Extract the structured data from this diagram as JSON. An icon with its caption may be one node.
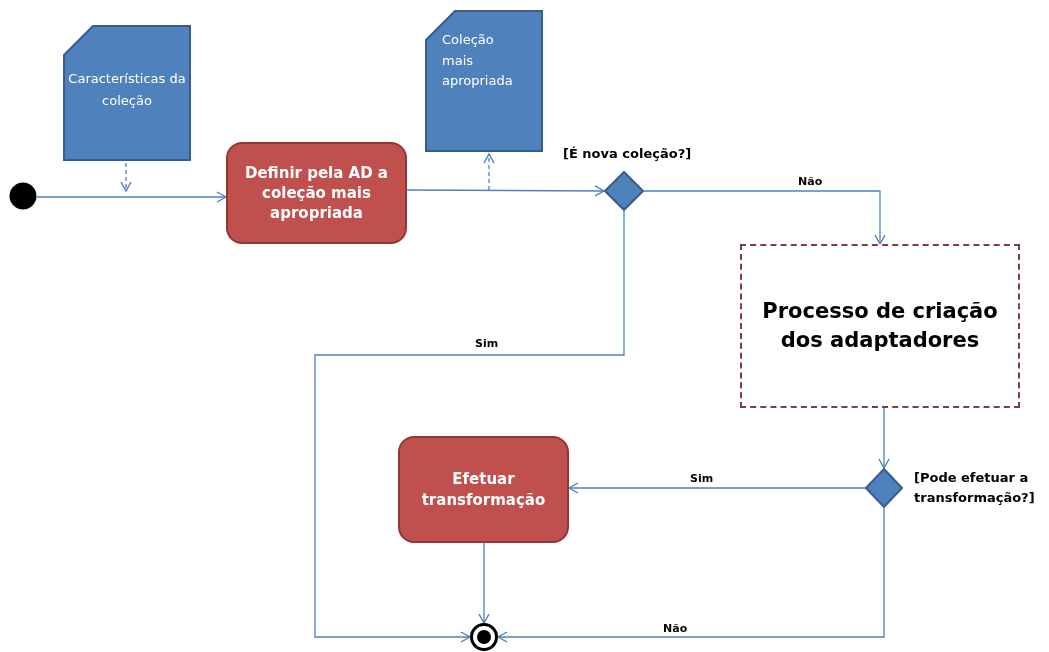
{
  "diagram": {
    "nodes": [
      {
        "text": [],
        "shape": "circle"
      },
      {
        "text": [
          "Características da coleção"
        ]
      },
      {
        "text": [
          "Definir pela AD a coleção mais apropriada"
        ]
      },
      {
        "text": [
          "Coleção mais apropriada"
        ]
      },
      {
        "text": [],
        "shape": "diamond",
        "beside": [
          "[É nova coleção?]"
        ]
      },
      {
        "text": [
          "Processo de criação dos adaptadores"
        ]
      },
      {
        "text": [],
        "shape": "diamond",
        "beside": [
          "[Pode efetuar a transformação?]"
        ]
      },
      {
        "text": [
          "Efetuar transformação"
        ]
      },
      {
        "text": [],
        "shape": "final"
      }
    ],
    "edges": [
      {
        "from": 0,
        "to": 2,
        "arrow": "to"
      },
      {
        "from": 1,
        "to": null,
        "arrow": "to",
        "style": "dashed"
      },
      {
        "from": null,
        "to": 3,
        "arrow": "to",
        "style": "dashed"
      },
      {
        "from": 2,
        "to": 4,
        "arrow": "to"
      },
      {
        "from": 4,
        "to": 5,
        "arrow": "to",
        "label": "Não"
      },
      {
        "from": 4,
        "to": 8,
        "arrow": "to",
        "label": "Sim"
      },
      {
        "from": 5,
        "to": 6,
        "arrow": "to"
      },
      {
        "from": 6,
        "to": 7,
        "arrow": "to",
        "label": "Sim"
      },
      {
        "from": 6,
        "to": 8,
        "arrow": "to",
        "label": "Não"
      },
      {
        "from": 7,
        "to": 8,
        "arrow": "to"
      }
    ]
  }
}
